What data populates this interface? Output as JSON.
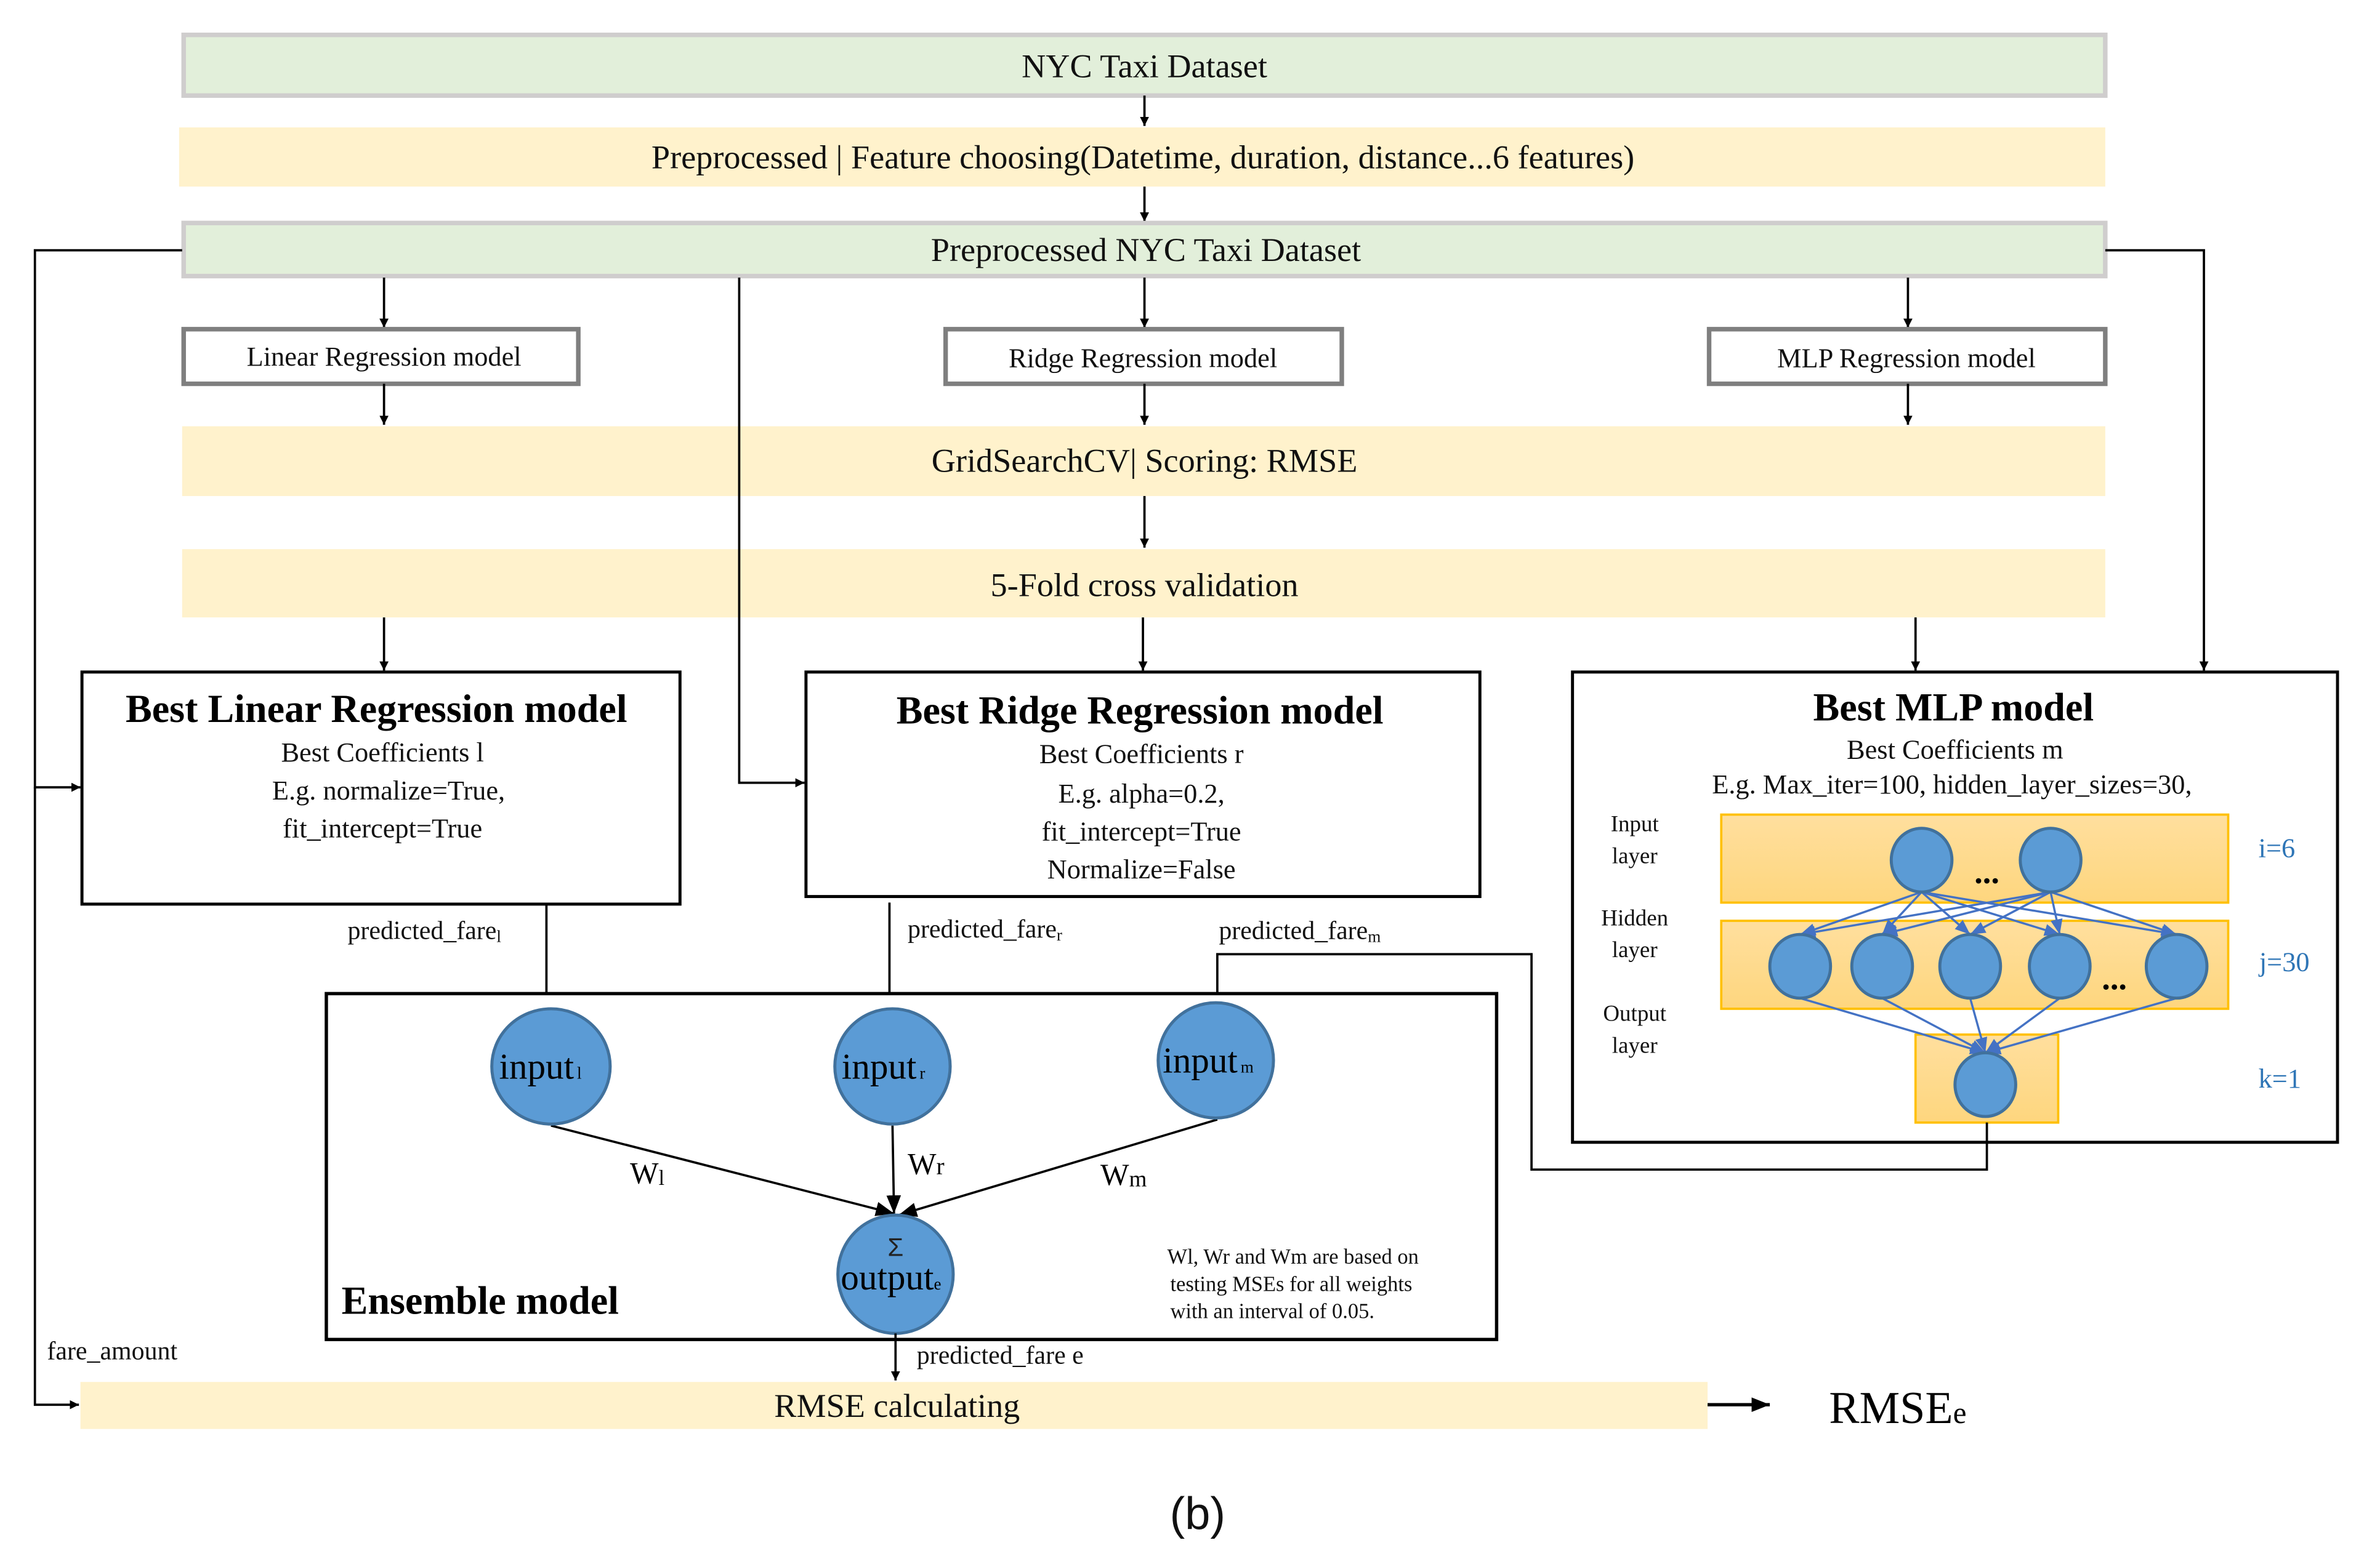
{
  "colors": {
    "green_fill": "#E2EFDA",
    "green_border": "#CFCDCD",
    "yellow_fill": "#FFF2CC",
    "model_box_border": "#7F7F7F",
    "node_fill": "#5B9BD5",
    "node_stroke": "#41719C",
    "layer_fill": "#FFD98A",
    "layer_border": "#FFC000",
    "nn_edge": "#4472C4",
    "dim_label": "#2E75B6"
  },
  "pipeline": {
    "dataset": "NYC Taxi Dataset",
    "preprocess": "Preprocessed | Feature choosing(Datetime, duration, distance...6 features)",
    "preprocessed_dataset": "Preprocessed NYC Taxi Dataset",
    "models": [
      {
        "label": "Linear Regression model"
      },
      {
        "label": "Ridge Regression model"
      },
      {
        "label": "MLP Regression model"
      }
    ],
    "gridsearch": "GridSearchCV| Scoring: RMSE",
    "cross_validation": "5-Fold cross validation"
  },
  "best_models": {
    "linear": {
      "title": "Best Linear Regression model",
      "lines": [
        "Best Coefficients l",
        "E.g. normalize=True,",
        "fit_intercept=True"
      ],
      "output_label": "predicted_fare",
      "output_sub": "l"
    },
    "ridge": {
      "title": "Best Ridge Regression model",
      "lines": [
        "Best Coefficients r",
        "E.g. alpha=0.2,",
        "fit_intercept=True",
        "Normalize=False"
      ],
      "output_label": "predicted_fare",
      "output_sub": "r"
    },
    "mlp": {
      "title": "Best MLP model",
      "lines": [
        "Best Coefficients m",
        "E.g. Max_iter=100, hidden_layer_sizes=30,"
      ],
      "output_label": "predicted_fare",
      "output_sub": "m",
      "layers": [
        {
          "label_line1": "Input",
          "label_line2": "layer",
          "dim": "i=6"
        },
        {
          "label_line1": "Hidden",
          "label_line2": "layer",
          "dim": "j=30"
        },
        {
          "label_line1": "Output",
          "label_line2": "layer",
          "dim": "k=1"
        }
      ],
      "ellipsis": "..."
    }
  },
  "ensemble": {
    "title": "Ensemble model",
    "inputs": [
      {
        "label": "input",
        "sub": "l"
      },
      {
        "label": "input",
        "sub": "r"
      },
      {
        "label": "input",
        "sub": "m"
      }
    ],
    "weights": [
      {
        "label": "W",
        "sub": "l"
      },
      {
        "label": "W",
        "sub": "r"
      },
      {
        "label": "W",
        "sub": "m"
      }
    ],
    "output_symbol": "Σ",
    "output_label": "output",
    "output_sub": "e",
    "note": [
      "Wl, Wr and Wm are based on",
      "testing MSEs for all weights",
      "with an interval of 0.05."
    ],
    "predicted_label": "predicted_fare e"
  },
  "evaluation": {
    "fare_amount": "fare_amount",
    "rmse_calc": "RMSE calculating",
    "result": "RMSE",
    "result_sub": "e"
  },
  "caption": "(b)"
}
